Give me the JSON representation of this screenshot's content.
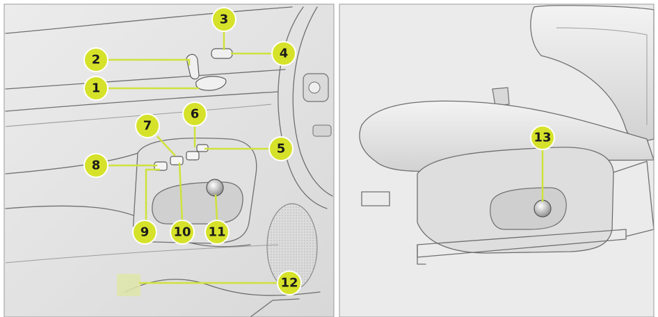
{
  "figure": {
    "colors": {
      "accent": "#d6e22a",
      "background": "#e6e6e6",
      "frame": "#9a9a9a"
    },
    "callouts": [
      {
        "id": "callout-1",
        "label": "1"
      },
      {
        "id": "callout-2",
        "label": "2"
      },
      {
        "id": "callout-3",
        "label": "3"
      },
      {
        "id": "callout-4",
        "label": "4"
      },
      {
        "id": "callout-5",
        "label": "5"
      },
      {
        "id": "callout-6",
        "label": "6"
      },
      {
        "id": "callout-7",
        "label": "7"
      },
      {
        "id": "callout-8",
        "label": "8"
      },
      {
        "id": "callout-9",
        "label": "9"
      },
      {
        "id": "callout-10",
        "label": "10"
      },
      {
        "id": "callout-11",
        "label": "11"
      },
      {
        "id": "callout-12",
        "label": "12"
      },
      {
        "id": "callout-13",
        "label": "13"
      }
    ]
  }
}
